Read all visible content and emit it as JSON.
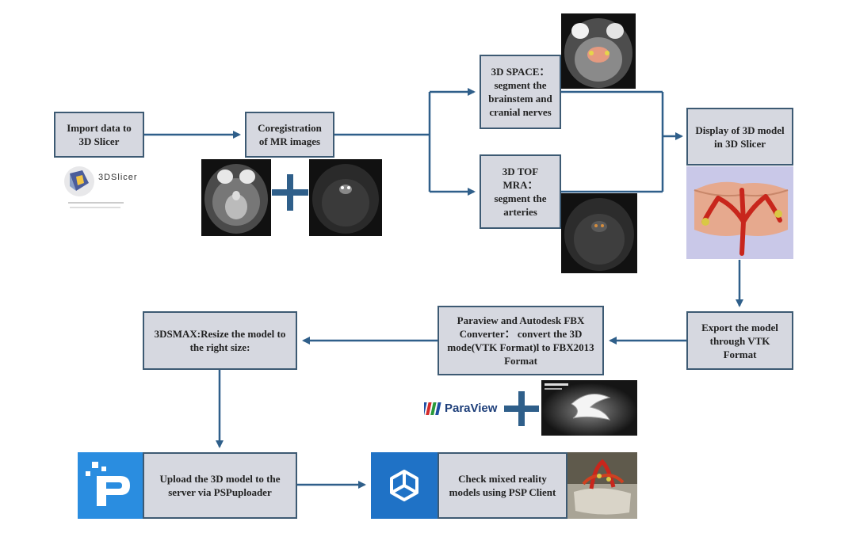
{
  "boxes": {
    "import": "Import data to 3D Slicer",
    "coreg": "Coregistration of MR images",
    "space": "3D SPACE：segment the brainstem and cranial nerves",
    "tof": "3D TOF MRA： segment the arteries",
    "display": "Display of 3D model in 3D Slicer",
    "export": "Export the model through VTK Format",
    "paraview": "Paraview and Autodesk FBX Converter： convert the 3D mode(VTK Format)l to FBX2013 Format",
    "max": "3DSMAX:Resize the model to the right size:",
    "upload": "Upload the 3D model to the server via PSPuploader",
    "check": "Check mixed reality models using PSP Client"
  },
  "logos": {
    "slicer": "3DSlicer",
    "paraview": "ParaView"
  },
  "colors": {
    "box_fill": "#d6d8e0",
    "box_border": "#3d5a73",
    "arrow": "#2f5f8a",
    "unity_blue": "#1f72c6",
    "psp_blue": "#2a8de0"
  },
  "icons": [
    "plus-icon",
    "unity-logo-icon",
    "psp-logo-icon",
    "fbx-logo-icon"
  ]
}
